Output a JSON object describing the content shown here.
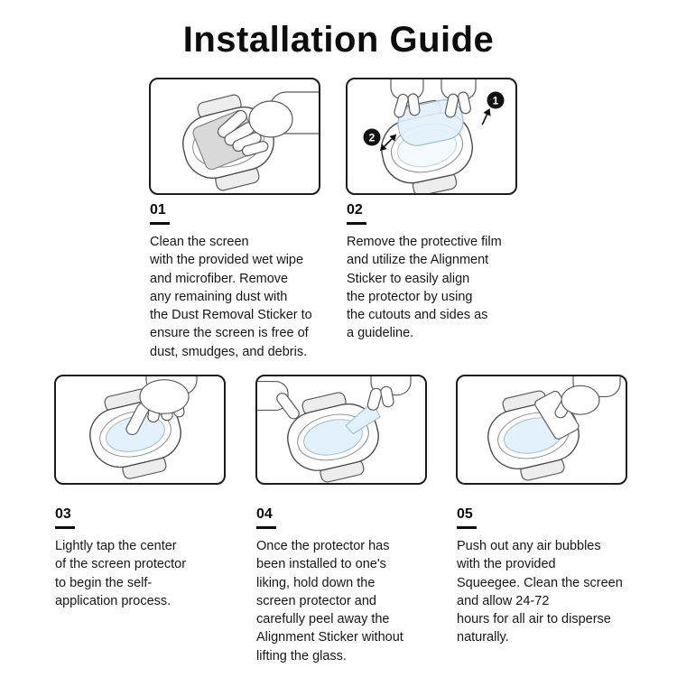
{
  "title": "Installation Guide",
  "colors": {
    "ink": "#111111",
    "accent_blue": "#e2f1fb",
    "accent_blue_stroke": "#96bfd8",
    "wipe_gray": "#d9d9d9"
  },
  "steps": [
    {
      "number": "01",
      "text": "Clean the screen\nwith the provided wet wipe\nand microfiber. Remove\nany remaining dust with\nthe Dust Removal Sticker to\nensure the screen is free of\ndust, smudges, and debris."
    },
    {
      "number": "02",
      "badges": [
        "1",
        "2"
      ],
      "text": "Remove the protective film\nand utilize the Alignment\nSticker to easily align\nthe protector by using\nthe cutouts and sides as\na guideline."
    },
    {
      "number": "03",
      "text": "Lightly tap the center\nof the screen protector\nto begin the self-\napplication process."
    },
    {
      "number": "04",
      "text": "Once the protector has\nbeen installed to one's\nliking, hold down the\nscreen protector and\ncarefully peel away the\nAlignment Sticker without\nlifting the glass."
    },
    {
      "number": "05",
      "text": "Push out any air bubbles\nwith the provided\nSqueegee. Clean the screen\nand allow 24-72\nhours for all air to disperse\nnaturally."
    }
  ]
}
